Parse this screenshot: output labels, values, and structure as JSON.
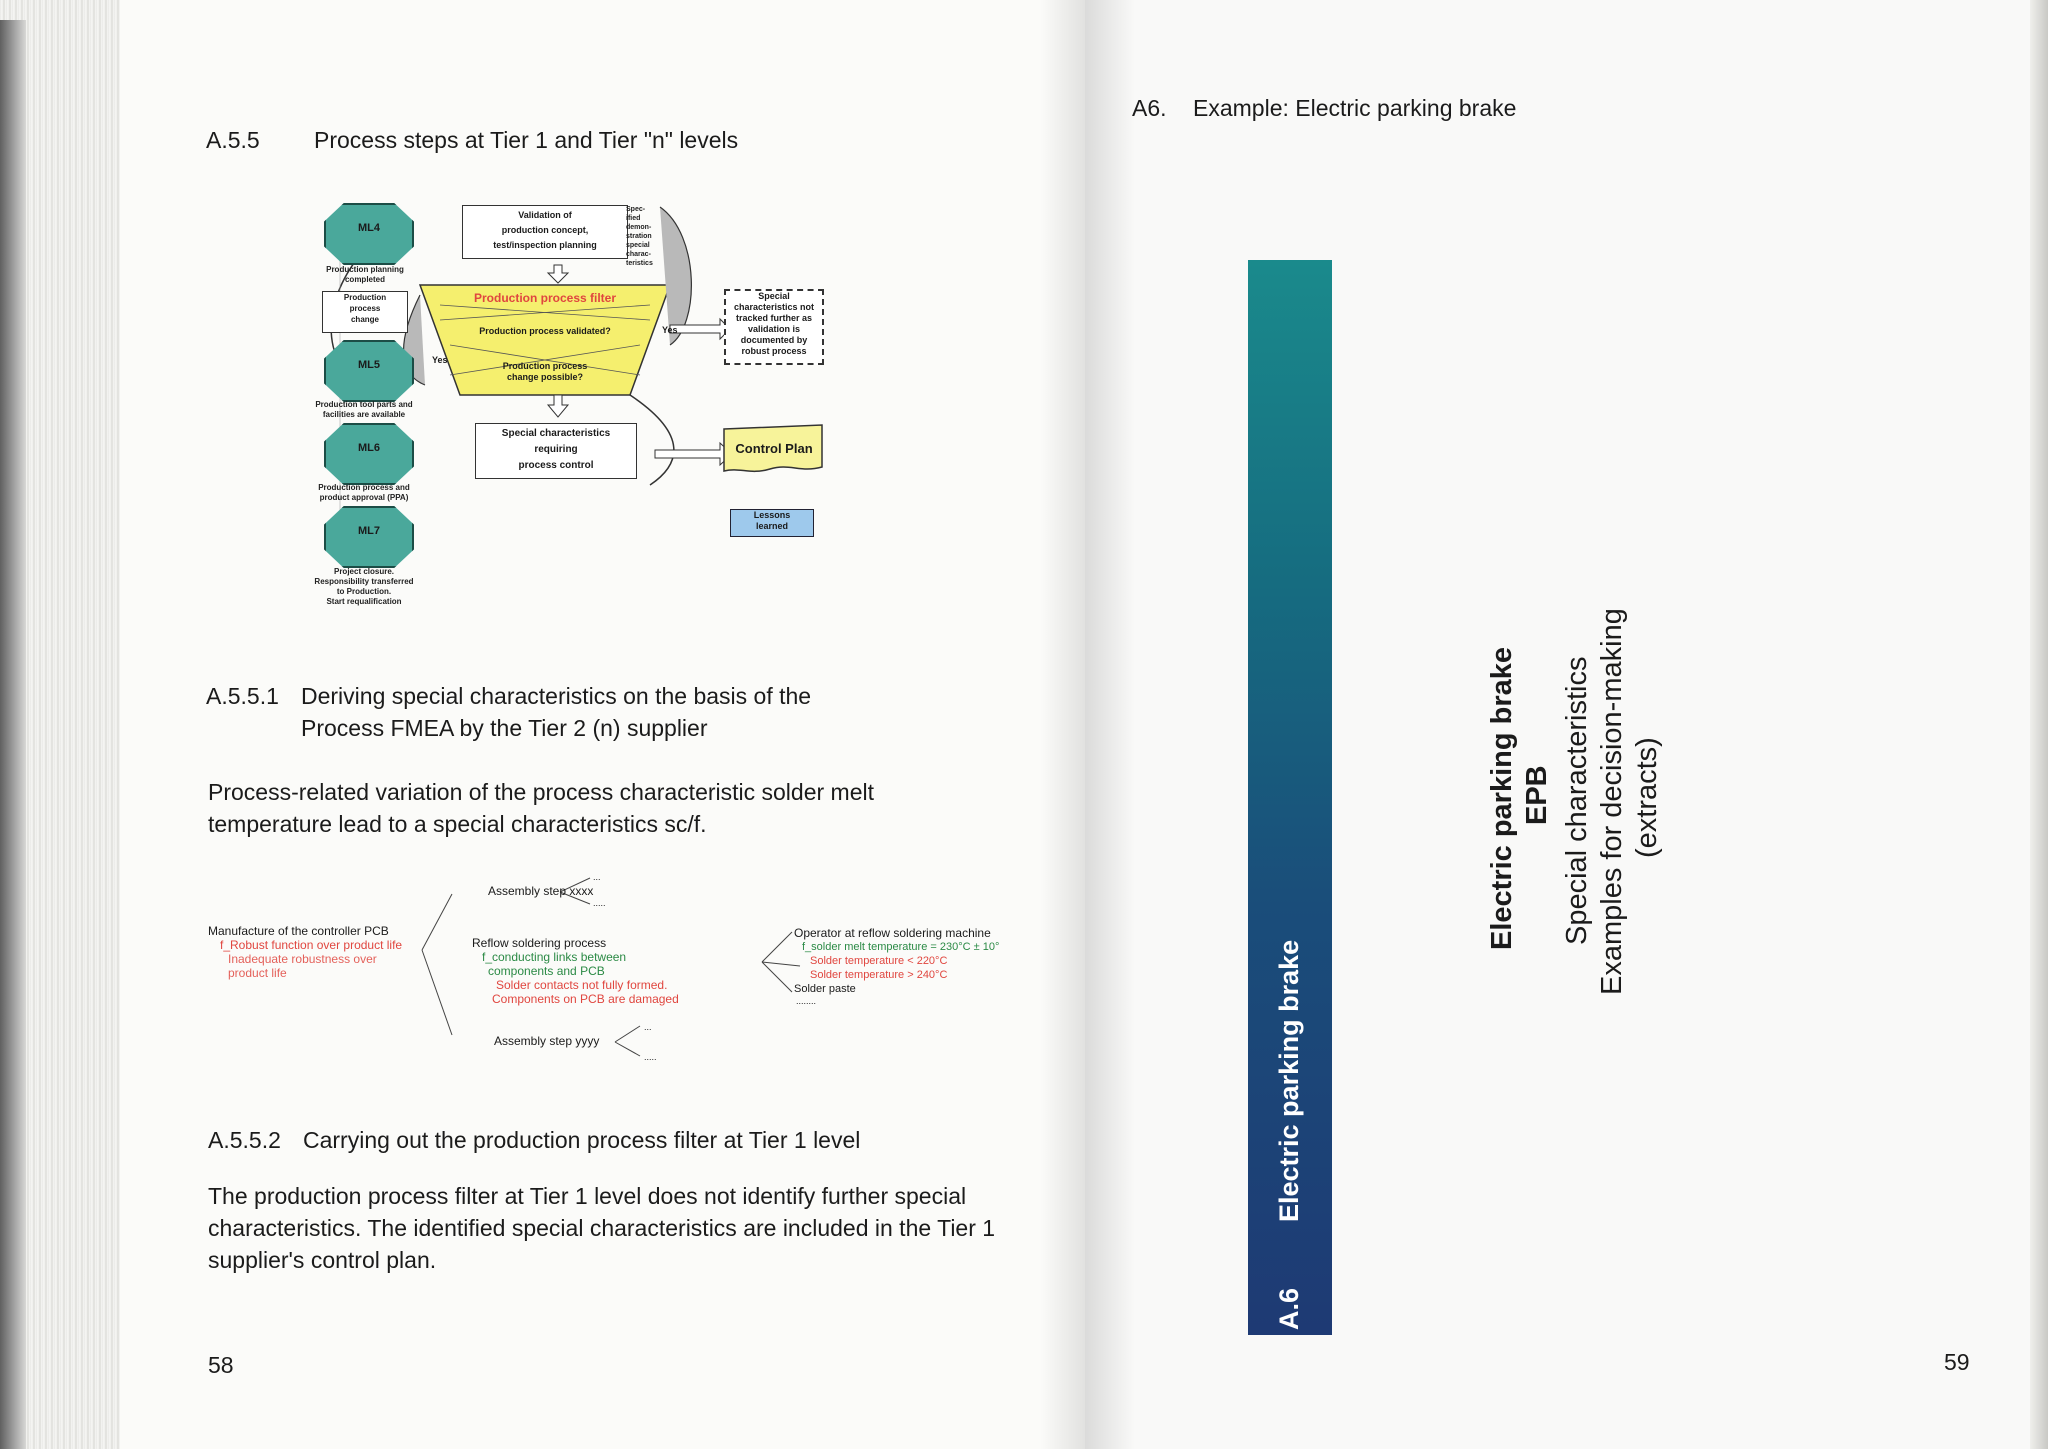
{
  "left_page": {
    "section_heading": {
      "number": "A.5.5",
      "title": "Process steps at Tier 1 and Tier \"n\" levels"
    },
    "diagram": {
      "milestones": [
        {
          "label": "ML4",
          "caption": [
            "Production planning",
            "completed"
          ]
        },
        {
          "label": "ML5",
          "caption": [
            "Production tool parts and",
            "facilities are available"
          ]
        },
        {
          "label": "ML6",
          "caption": [
            "Production process and",
            "product approval (PPA)"
          ]
        },
        {
          "label": "ML7",
          "caption": [
            "Project closure.",
            "Responsibility transferred",
            "to Production.",
            "Start requalification"
          ]
        }
      ],
      "change_box": [
        "Production",
        "process",
        "change"
      ],
      "validation_box": [
        "Validation of",
        "production concept,",
        "test/inspection planning"
      ],
      "side_note": [
        "Spec-",
        "ified",
        "demon-",
        "stration",
        "special",
        "charac-",
        "teristics"
      ],
      "filter_title": "Production process filter",
      "filter_q1": "Production process validated?",
      "filter_q2": [
        "Production process",
        "change possible?"
      ],
      "yes_left": "Yes",
      "yes_right": "Yes",
      "special_box": [
        "Special characteristics",
        "requiring",
        "process control"
      ],
      "dashed_note": [
        "Special",
        "characteristics not",
        "tracked further as",
        "validation is",
        "documented by",
        "robust process"
      ],
      "control_plan": "Control Plan",
      "lessons": [
        "Lessons",
        "learned"
      ]
    },
    "subsection1": {
      "number": "A.5.5.1",
      "line1": "Deriving special characteristics on the basis of the",
      "line2": "Process FMEA by the Tier 2 (n) supplier"
    },
    "paragraph1": [
      "Process-related variation of the process characteristic solder melt",
      "temperature lead to a special characteristics sc/f."
    ],
    "tree": {
      "root": "Manufacture of the controller PCB",
      "root_func": "f_Robust function over product life",
      "root_fail": [
        "Inadequate robustness over",
        "product life"
      ],
      "step_top": "Assembly step xxxx",
      "step_mid": "Reflow soldering process",
      "step_mid_func": [
        "f_conducting links between",
        "components and PCB"
      ],
      "step_mid_fail": [
        "Solder contacts not fully formed.",
        "Components on PCB are damaged"
      ],
      "step_bottom": "Assembly step yyyy",
      "dots_a": "...",
      "dots_b": ".....",
      "cause_root": "Operator at reflow soldering machine",
      "cause_func": "f_solder melt temperature = 230°C ± 10°",
      "cause_fail1": "Solder temperature < 220°C",
      "cause_fail2": "Solder temperature > 240°C",
      "cause_other": "Solder paste",
      "cause_dots": "........"
    },
    "subsection2": {
      "number": "A.5.5.2",
      "title": "Carrying out the production process filter at Tier 1 level"
    },
    "paragraph2": [
      "The production process filter at Tier 1 level does not identify further special",
      "characteristics. The identified special characteristics are included in the Tier 1",
      "supplier's control plan."
    ],
    "page_number": "58"
  },
  "right_page": {
    "heading": {
      "number": "A6.",
      "title": "Example: Electric parking brake"
    },
    "bar_text": {
      "number": "A.6",
      "title": "Electric parking brake"
    },
    "title_block": {
      "line1": "Electric parking brake",
      "line2": "EPB",
      "line3": "Special characteristics",
      "line4": "Examples for decision-making",
      "line5": "(extracts)"
    },
    "page_number": "59"
  },
  "colors": {
    "hex": "#4aa89b",
    "filter": "#f5ef6e",
    "red_text": "#e0463f",
    "green_text": "#2b8a45",
    "bar_top": "#1a8a8c",
    "bar_bottom": "#1e3a74"
  }
}
